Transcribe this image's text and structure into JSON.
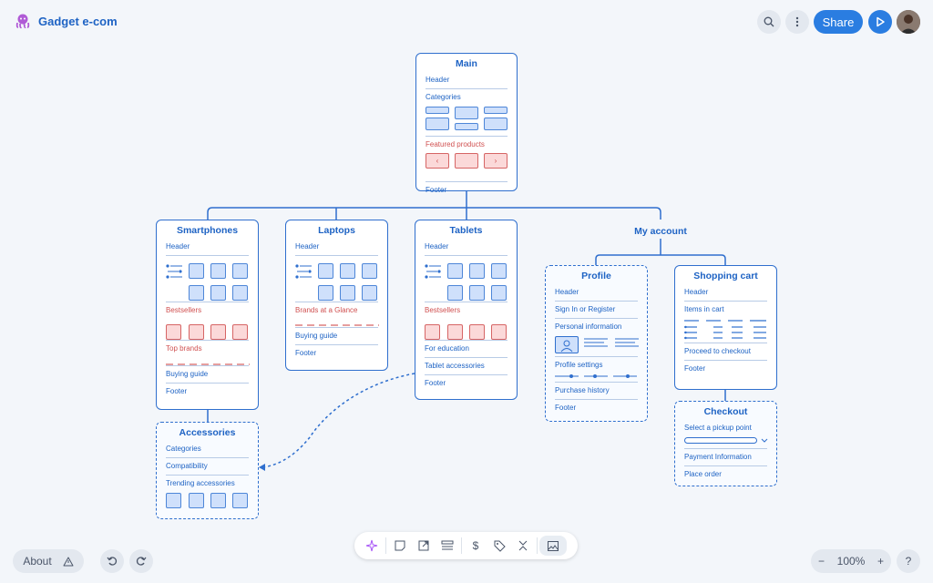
{
  "app": {
    "title": "Gadget e-com"
  },
  "topbar": {
    "share_label": "Share",
    "search_icon": "search-icon",
    "more_icon": "more-icon"
  },
  "main": {
    "title": "Main",
    "rows": [
      "Header",
      "Categories",
      "Featured products",
      "Footer"
    ]
  },
  "smartphones": {
    "title": "Smartphones",
    "rows": [
      "Header",
      "Bestsellers",
      "Top brands",
      "Buying guide",
      "Footer"
    ]
  },
  "laptops": {
    "title": "Laptops",
    "rows": [
      "Header",
      "Brands at a Glance",
      "Buying guide",
      "Footer"
    ]
  },
  "tablets": {
    "title": "Tablets",
    "rows": [
      "Header",
      "Bestsellers",
      "For education",
      "Tablet accessories",
      "Footer"
    ]
  },
  "my_account": {
    "title": "My account"
  },
  "profile": {
    "title": "Profile",
    "rows": [
      "Header",
      "Sign In or Register",
      "Personal information",
      "Profile settings",
      "Purchase history",
      "Footer"
    ]
  },
  "cart": {
    "title": "Shopping cart",
    "rows": [
      "Header",
      "Items in cart",
      "Proceed to checkout",
      "Footer"
    ]
  },
  "checkout": {
    "title": "Checkout",
    "rows": [
      "Select a pickup point",
      "Payment Information",
      "Place order"
    ]
  },
  "accessories": {
    "title": "Accessories",
    "rows": [
      "Categories",
      "Compatibility",
      "Trending accessories"
    ]
  },
  "bottom": {
    "about_label": "About",
    "zoom_label": "100%",
    "zoom_minus": "−",
    "zoom_plus": "+",
    "help_label": "?"
  },
  "colors": {
    "accent": "#2a7de1",
    "line": "#2f6fce",
    "red": "#d05050"
  }
}
